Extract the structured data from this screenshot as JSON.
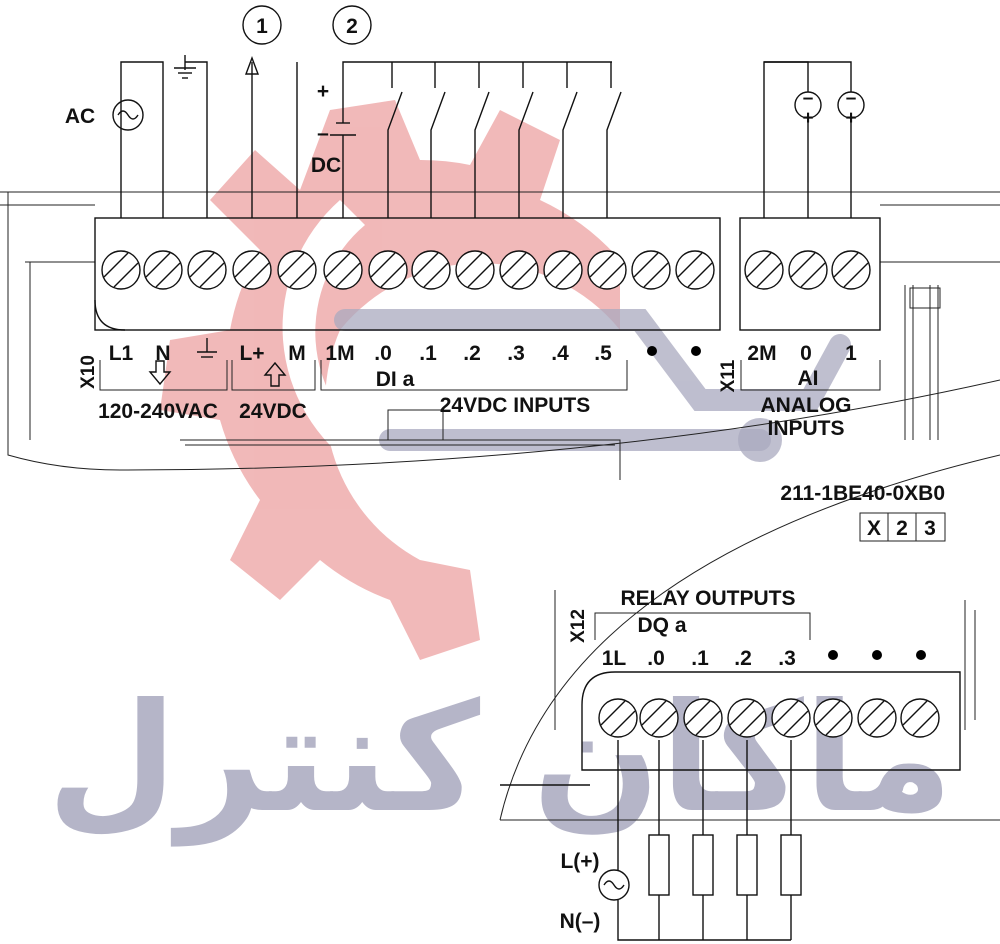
{
  "callouts": [
    "1",
    "2"
  ],
  "supply": {
    "ac_label": "AC",
    "dc_label": "DC",
    "plus": "+",
    "minus": "–"
  },
  "x10": {
    "connector_id": "X10",
    "terminals": [
      "L1",
      "N",
      "L+",
      "M",
      "1M",
      ".0",
      ".1",
      ".2",
      ".3",
      ".4",
      ".5"
    ],
    "group_power": "120-240VAC",
    "group_sensor": "24VDC",
    "group_inputs_sub": "DI a",
    "group_inputs": "24VDC INPUTS"
  },
  "x11": {
    "connector_id": "X11",
    "terminals": [
      "2M",
      "0",
      "1"
    ],
    "group_sub": "AI",
    "group_line1": "ANALOG",
    "group_line2": "INPUTS"
  },
  "part_number": "211-1BE40-0XB0",
  "version_cells": [
    "X",
    "2",
    "3"
  ],
  "x12": {
    "connector_id": "X12",
    "title": "RELAY OUTPUTS",
    "sub": "DQ a",
    "terminals": [
      "1L",
      ".0",
      ".1",
      ".2",
      ".3"
    ]
  },
  "load_supply": {
    "plus_label": "L(+)",
    "minus_label": "N(–)"
  },
  "watermark": {
    "text": "ماکان کنترل",
    "colors": {
      "gear": "#e88a8a",
      "text": "#a9a9bf"
    }
  }
}
